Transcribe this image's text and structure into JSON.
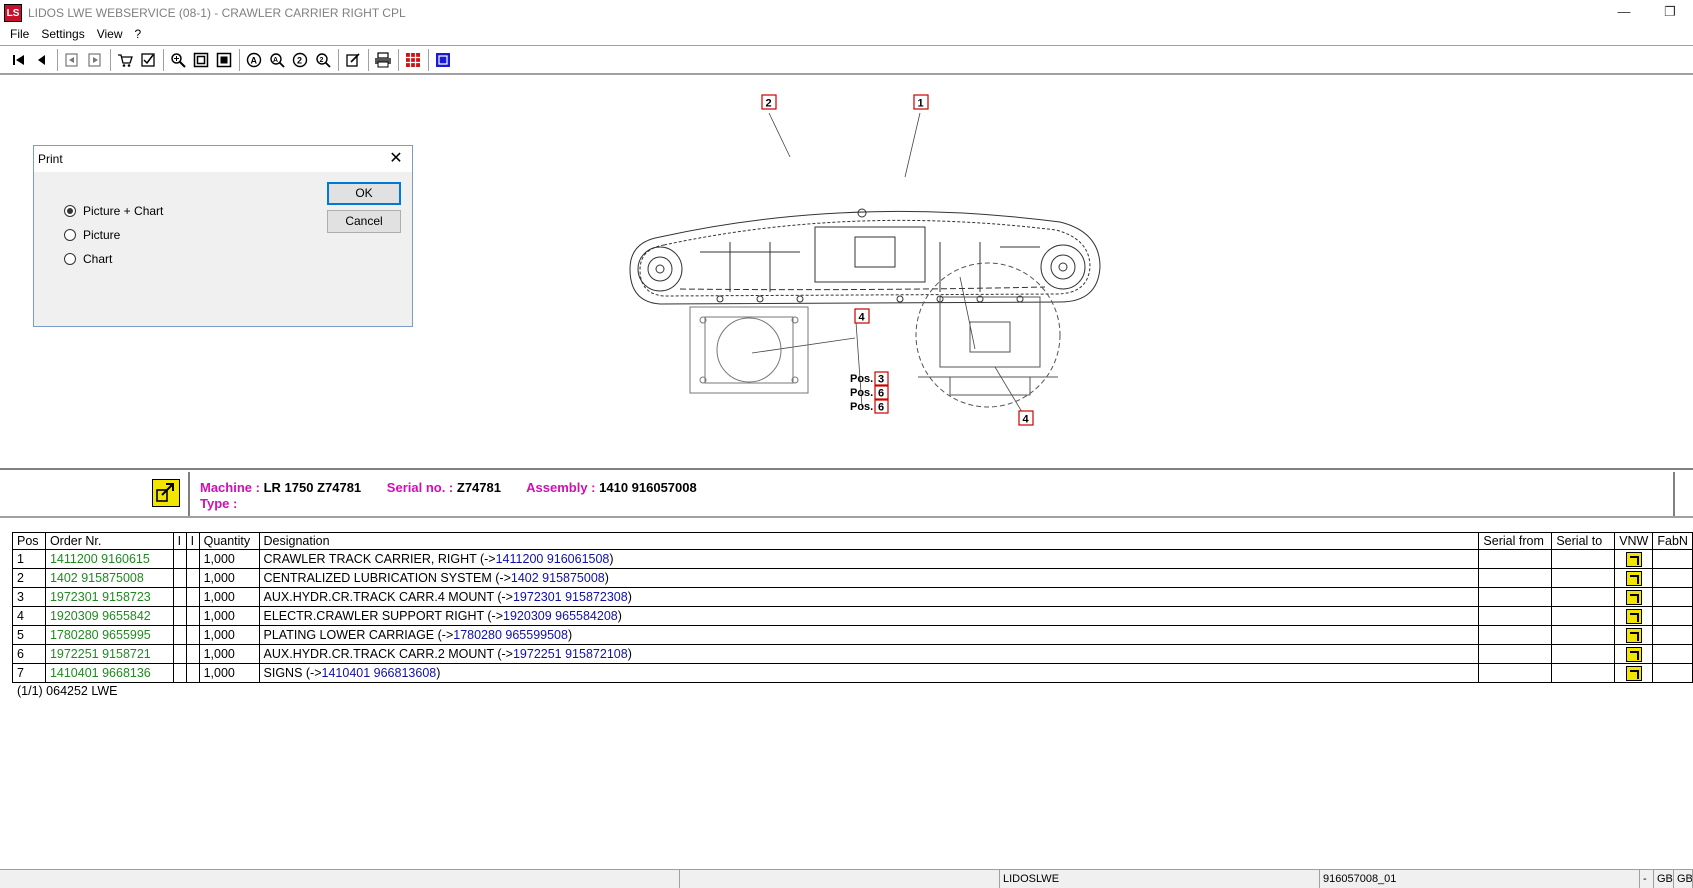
{
  "app": {
    "title": "LIDOS LWE WEBSERVICE (08-1) - CRAWLER CARRIER RIGHT CPL",
    "icon_text": "LS",
    "minimize_glyph": "—",
    "restore_glyph": "❐"
  },
  "menu": [
    "File",
    "Settings",
    "View",
    "?"
  ],
  "toolbar_icons": [
    "first-page-icon",
    "previous-page-icon",
    "back-icon",
    "forward-icon",
    "cart-icon",
    "checklist-icon",
    "zoom-in-icon",
    "fit-page-icon",
    "fit-width-icon",
    "search-a-icon",
    "search-b-icon",
    "search-2-icon",
    "search-3-icon",
    "edit-icon",
    "print-icon",
    "grid-icon",
    "blue-square-icon"
  ],
  "drawing": {
    "callouts": [
      "2",
      "1",
      "4",
      "4"
    ],
    "pos_label": "Pos.",
    "pos_values": [
      "3",
      "6",
      "6"
    ]
  },
  "print_dialog": {
    "title": "Print",
    "close_glyph": "✕",
    "options": [
      {
        "label": "Picture + Chart",
        "selected": true
      },
      {
        "label": "Picture",
        "selected": false
      },
      {
        "label": "Chart",
        "selected": false
      }
    ],
    "ok_label": "OK",
    "cancel_label": "Cancel"
  },
  "info": {
    "machine_label": "Machine :",
    "machine_value": "LR 1750 Z74781",
    "serial_label": "Serial no. :",
    "serial_value": "Z74781",
    "assembly_label": "Assembly :",
    "assembly_value": "1410 916057008",
    "type_label": "Type :"
  },
  "table": {
    "headers": [
      "Pos",
      "Order Nr.",
      "I",
      "I",
      "Quantity",
      "Designation",
      "Serial from",
      "Serial to",
      "VNW",
      "FabN"
    ],
    "rows": [
      {
        "pos": "1",
        "order": "1411200 9160615",
        "qty": "1,000",
        "designation": "CRAWLER TRACK CARRIER, RIGHT (->",
        "link": "1411200 916061508",
        "close": ")"
      },
      {
        "pos": "2",
        "order": "1402 915875008",
        "qty": "1,000",
        "designation": "CENTRALIZED LUBRICATION SYSTEM (->",
        "link": "1402 915875008",
        "close": ")"
      },
      {
        "pos": "3",
        "order": "1972301 9158723",
        "qty": "1,000",
        "designation": "AUX.HYDR.CR.TRACK CARR.4 MOUNT (->",
        "link": "1972301 915872308",
        "close": ")"
      },
      {
        "pos": "4",
        "order": "1920309 9655842",
        "qty": "1,000",
        "designation": "ELECTR.CRAWLER SUPPORT RIGHT (->",
        "link": "1920309 965584208",
        "close": ")"
      },
      {
        "pos": "5",
        "order": "1780280 9655995",
        "qty": "1,000",
        "designation": "PLATING LOWER CARRIAGE (->",
        "link": "1780280 965599508",
        "close": ")"
      },
      {
        "pos": "6",
        "order": "1972251 9158721",
        "qty": "1,000",
        "designation": "AUX.HYDR.CR.TRACK CARR.2 MOUNT (->",
        "link": "1972251 915872108",
        "close": ")"
      },
      {
        "pos": "7",
        "order": "1410401 9668136",
        "qty": "1,000",
        "designation": "SIGNS (->",
        "link": "1410401 966813608",
        "close": ")"
      }
    ]
  },
  "footer_text": "(1/1) 064252 LWE",
  "status": {
    "cell1": "LIDOSLWE",
    "cell2": "916057008_01",
    "cell3": "-",
    "cell4": "GB",
    "cell5": "GB"
  }
}
